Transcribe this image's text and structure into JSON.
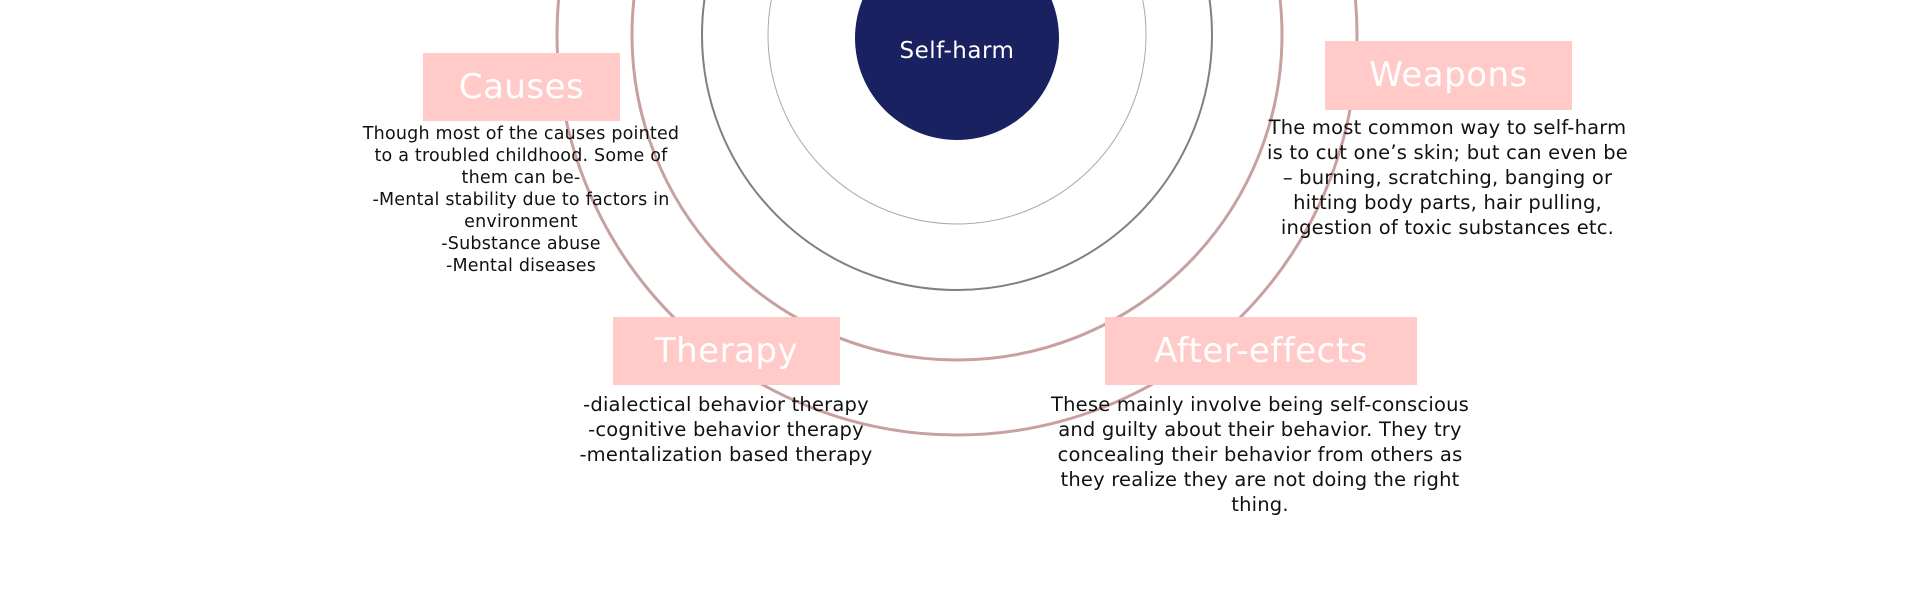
{
  "diagram": {
    "center": {
      "label": "Self-harm",
      "color": "#1a2160"
    },
    "ring_colors": [
      "#c9a0a0",
      "#808080",
      "#a9a9a9"
    ],
    "title_box_color": "#ffcac7",
    "nodes": {
      "causes": {
        "title": "Causes",
        "text": "Though most of the causes pointed\nto a troubled childhood. Some of\nthem can be-\n-Mental stability due to factors in\nenvironment\n-Substance abuse\n-Mental diseases"
      },
      "weapons": {
        "title": "Weapons",
        "text": "The most common way to self-harm\nis to cut one’s skin; but can even be\n– burning, scratching, banging or\nhitting body parts, hair pulling,\ningestion of toxic substances etc."
      },
      "therapy": {
        "title": "Therapy",
        "text": "-dialectical behavior therapy\n-cognitive behavior therapy\n-mentalization based therapy"
      },
      "after_effects": {
        "title": "After-effects",
        "text": "These mainly involve being self-conscious\nand guilty about their behavior.  They try\nconcealing their behavior from others as\nthey realize they are not doing the right\nthing."
      }
    }
  }
}
